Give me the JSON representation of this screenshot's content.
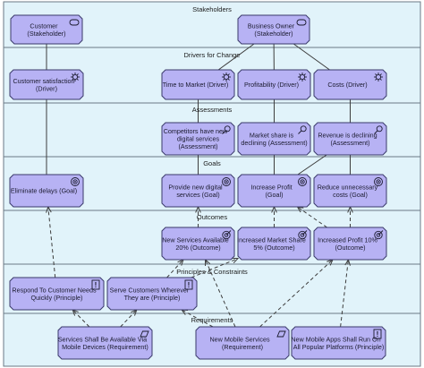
{
  "lanes": [
    {
      "id": "stakeholders",
      "title": "Stakeholders"
    },
    {
      "id": "drivers",
      "title": "Drivers for Change"
    },
    {
      "id": "assessments",
      "title": "Assessments"
    },
    {
      "id": "goals",
      "title": "Goals"
    },
    {
      "id": "outcomes",
      "title": "Outcomes"
    },
    {
      "id": "principles",
      "title": "Principles & Constraints"
    },
    {
      "id": "requirements",
      "title": "Requirements"
    }
  ],
  "nodes": [
    {
      "id": "customer",
      "lines": [
        "Customer",
        "(Stakeholder)"
      ],
      "icon": "stakeholder-icon"
    },
    {
      "id": "business-owner",
      "lines": [
        "Business Owner",
        "(Stakeholder)"
      ],
      "icon": "stakeholder-icon"
    },
    {
      "id": "customer-satisfaction",
      "lines": [
        "Customer satisfaction",
        "(Driver)"
      ],
      "icon": "driver-icon"
    },
    {
      "id": "time-to-market",
      "lines": [
        "Time to Market (Driver)"
      ],
      "icon": "driver-icon"
    },
    {
      "id": "profitability",
      "lines": [
        "Profitability (Driver)"
      ],
      "icon": "driver-icon"
    },
    {
      "id": "costs",
      "lines": [
        "Costs (Driver)"
      ],
      "icon": "driver-icon"
    },
    {
      "id": "competitors",
      "lines": [
        "Competitors have new",
        "digital services",
        "(Assessment)"
      ],
      "icon": "assessment-icon"
    },
    {
      "id": "market-share-declining",
      "lines": [
        "Market share is",
        "declining (Assessment)"
      ],
      "icon": "assessment-icon"
    },
    {
      "id": "revenue-declining",
      "lines": [
        "Revenue is declining",
        "(Assessment)"
      ],
      "icon": "assessment-icon"
    },
    {
      "id": "eliminate-delays",
      "lines": [
        "Eliminate delays (Goal)"
      ],
      "icon": "goal-icon"
    },
    {
      "id": "provide-digital",
      "lines": [
        "Provide new digital",
        "services (Goal)"
      ],
      "icon": "goal-icon"
    },
    {
      "id": "increase-profit",
      "lines": [
        "Increase Profit",
        "(Goal)"
      ],
      "icon": "goal-icon"
    },
    {
      "id": "reduce-costs",
      "lines": [
        "Reduce unnecessary",
        "costs (Goal)"
      ],
      "icon": "goal-icon"
    },
    {
      "id": "new-services-available",
      "lines": [
        "New Services Available",
        "20% (Outcome)"
      ],
      "icon": "outcome-icon"
    },
    {
      "id": "increased-market-share",
      "lines": [
        "Increased Market Share",
        "5% (Outcome)"
      ],
      "icon": "outcome-icon"
    },
    {
      "id": "increased-profit",
      "lines": [
        "Increased Profit 10%",
        "(Outcome)"
      ],
      "icon": "outcome-icon"
    },
    {
      "id": "respond-to-customer",
      "lines": [
        "Respond To Customer Needs",
        "Quickly (Principle)"
      ],
      "icon": "principle-icon"
    },
    {
      "id": "serve-customers",
      "lines": [
        "Serve Customers Wherever",
        "They are (Principle)"
      ],
      "icon": "principle-icon"
    },
    {
      "id": "services-via-mobile",
      "lines": [
        "Services Shall Be Available Via",
        "Mobile Devices (Requirement)"
      ],
      "icon": "requirement-icon"
    },
    {
      "id": "new-mobile-services",
      "lines": [
        "New Mobile Services",
        "(Requirement)"
      ],
      "icon": "requirement-icon"
    },
    {
      "id": "mobile-apps-platforms",
      "lines": [
        "New Mobile Apps Shall Run On",
        "All Popular Platforms (Principle)"
      ],
      "icon": "principle-icon"
    }
  ],
  "relations": [
    {
      "from": "customer",
      "to": "customer-satisfaction",
      "style": "solid",
      "arrow": false
    },
    {
      "from": "business-owner",
      "to": "time-to-market",
      "style": "solid",
      "arrow": false
    },
    {
      "from": "business-owner",
      "to": "profitability",
      "style": "solid",
      "arrow": false
    },
    {
      "from": "business-owner",
      "to": "costs",
      "style": "solid",
      "arrow": false
    },
    {
      "from": "time-to-market",
      "to": "competitors",
      "style": "solid",
      "arrow": false
    },
    {
      "from": "profitability",
      "to": "market-share-declining",
      "style": "solid",
      "arrow": false
    },
    {
      "from": "costs",
      "to": "revenue-declining",
      "style": "solid",
      "arrow": false
    },
    {
      "from": "customer-satisfaction",
      "to": "eliminate-delays",
      "style": "solid",
      "arrow": false
    },
    {
      "from": "competitors",
      "to": "provide-digital",
      "style": "solid",
      "arrow": false
    },
    {
      "from": "market-share-declining",
      "to": "increase-profit",
      "style": "solid",
      "arrow": false
    },
    {
      "from": "revenue-declining",
      "to": "increase-profit",
      "style": "solid",
      "arrow": false
    },
    {
      "from": "revenue-declining",
      "to": "reduce-costs",
      "style": "solid",
      "arrow": false
    },
    {
      "from": "new-services-available",
      "to": "provide-digital",
      "style": "dashed",
      "arrow": true
    },
    {
      "from": "increased-market-share",
      "to": "increase-profit",
      "style": "dashed",
      "arrow": true
    },
    {
      "from": "increased-profit",
      "to": "increase-profit",
      "style": "dashed",
      "arrow": true
    },
    {
      "from": "increased-profit",
      "to": "reduce-costs",
      "style": "dashed",
      "arrow": true
    },
    {
      "from": "respond-to-customer",
      "to": "eliminate-delays",
      "style": "dashed",
      "arrow": true
    },
    {
      "from": "serve-customers",
      "to": "new-services-available",
      "style": "dashed",
      "arrow": true
    },
    {
      "from": "serve-customers",
      "to": "increased-market-share",
      "style": "dashed",
      "arrow": true
    },
    {
      "from": "services-via-mobile",
      "to": "respond-to-customer",
      "style": "dashed",
      "arrow": true
    },
    {
      "from": "services-via-mobile",
      "to": "serve-customers",
      "style": "dashed",
      "arrow": true
    },
    {
      "from": "new-mobile-services",
      "to": "serve-customers",
      "style": "dashed",
      "arrow": true
    },
    {
      "from": "new-mobile-services",
      "to": "new-services-available",
      "style": "dashed",
      "arrow": true
    },
    {
      "from": "new-mobile-services",
      "to": "increased-profit",
      "style": "dashed",
      "arrow": true
    },
    {
      "from": "mobile-apps-platforms",
      "to": "increased-profit",
      "style": "dashed",
      "arrow": true
    }
  ],
  "colors": {
    "lane_fill": "#e1f3fa",
    "node_fill": "#b7b2f4",
    "node_stroke": "#3a3a6a",
    "line": "#3d3d3d"
  }
}
